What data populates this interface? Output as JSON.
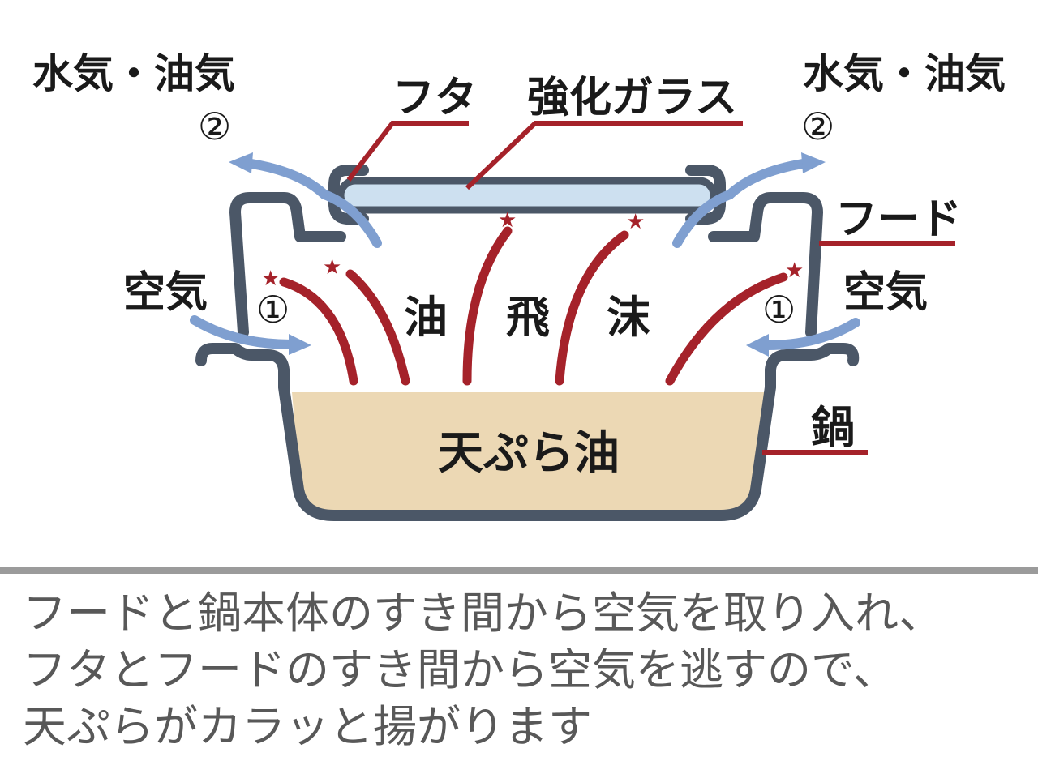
{
  "labels": {
    "steam_left": "水気・油気",
    "steam_right": "水気・油気",
    "circle2_left": "②",
    "circle2_right": "②",
    "lid": "フタ",
    "glass": "強化ガラス",
    "hood": "フード",
    "air_left": "空気",
    "air_right": "空気",
    "circle1_left": "①",
    "circle1_right": "①",
    "spatter_1": "油",
    "spatter_2": "飛",
    "spatter_3": "沫",
    "oil": "天ぷら油",
    "pot": "鍋"
  },
  "caption": {
    "line1": "フードと鍋本体のすき間から空気を取り入れ、",
    "line2": "フタとフードのすき間から空気を逃すので、",
    "line3": "天ぷらがカラッと揚がります"
  },
  "colors": {
    "pot_outline": "#4b5767",
    "oil_fill": "#ecd8b4",
    "glass_fill": "#cde0f0",
    "air_arrow": "#7f9fd0",
    "spatter": "#a5222a",
    "leader": "#a5222a",
    "divider": "#9b9b9b",
    "caption_text": "#585858"
  }
}
